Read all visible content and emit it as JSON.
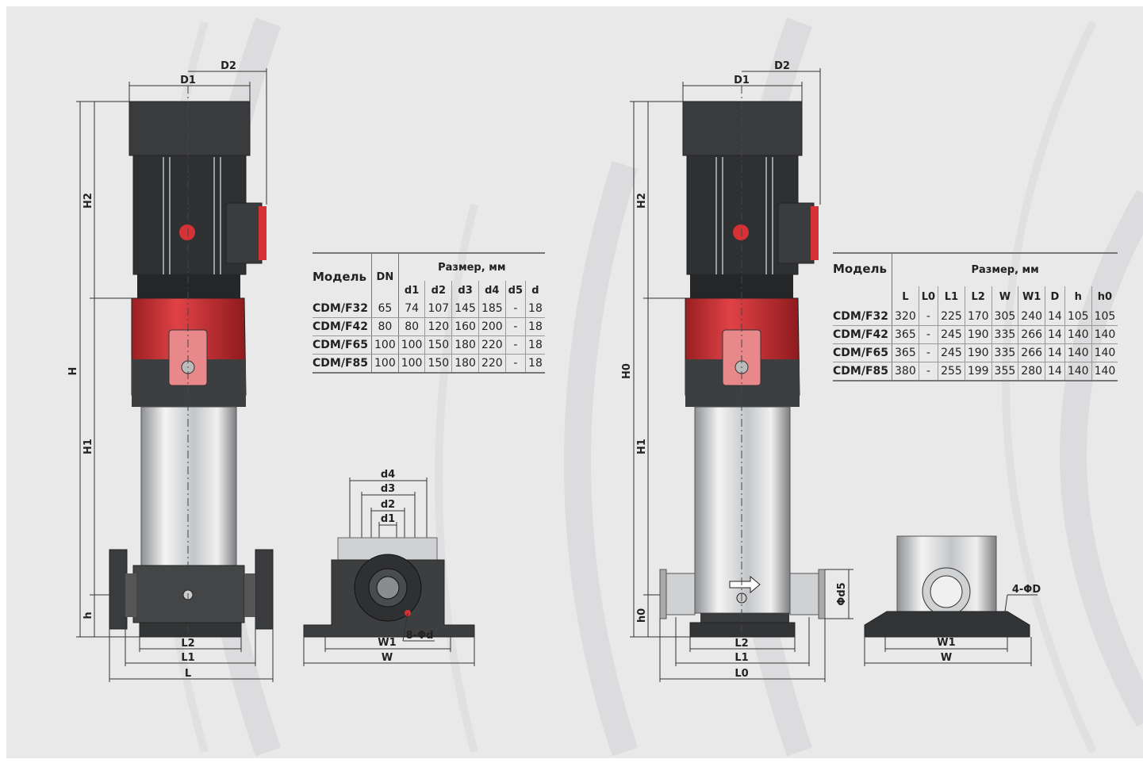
{
  "drawing1": {
    "dims": {
      "D1": "D1",
      "D2": "D2",
      "H": "H",
      "H1": "H1",
      "H2": "H2",
      "h": "h",
      "L": "L",
      "L1": "L1",
      "L2": "L2"
    },
    "base": {
      "d1": "d1",
      "d2": "d2",
      "d3": "d3",
      "d4": "d4",
      "W": "W",
      "W1": "W1",
      "holes": "8-Φd"
    }
  },
  "drawing2": {
    "dims": {
      "D1": "D1",
      "D2": "D2",
      "H0": "H0",
      "H1": "H1",
      "H2": "H2",
      "h0": "h0",
      "L0": "L0",
      "L1": "L1",
      "L2": "L2",
      "D5": "Φd5"
    },
    "base": {
      "W": "W",
      "W1": "W1",
      "holes": "4-ΦD"
    }
  },
  "table1": {
    "model_header": "Модель",
    "dn_header": "DN",
    "size_header": "Размер, мм",
    "columns": [
      "d1",
      "d2",
      "d3",
      "d4",
      "d5",
      "d"
    ],
    "rows": [
      {
        "model": "CDM/F32",
        "dn": "65",
        "vals": [
          "74",
          "107",
          "145",
          "185",
          "-",
          "18"
        ]
      },
      {
        "model": "CDM/F42",
        "dn": "80",
        "vals": [
          "80",
          "120",
          "160",
          "200",
          "-",
          "18"
        ]
      },
      {
        "model": "CDM/F65",
        "dn": "100",
        "vals": [
          "100",
          "150",
          "180",
          "220",
          "-",
          "18"
        ]
      },
      {
        "model": "CDM/F85",
        "dn": "100",
        "vals": [
          "100",
          "150",
          "180",
          "220",
          "-",
          "18"
        ]
      }
    ]
  },
  "table2": {
    "model_header": "Модель",
    "size_header": "Размер, мм",
    "columns": [
      "L",
      "L0",
      "L1",
      "L2",
      "W",
      "W1",
      "D",
      "h",
      "h0"
    ],
    "rows": [
      {
        "model": "CDM/F32",
        "vals": [
          "320",
          "-",
          "225",
          "170",
          "305",
          "240",
          "14",
          "105",
          "105"
        ]
      },
      {
        "model": "CDM/F42",
        "vals": [
          "365",
          "-",
          "245",
          "190",
          "335",
          "266",
          "14",
          "140",
          "140"
        ]
      },
      {
        "model": "CDM/F65",
        "vals": [
          "365",
          "-",
          "245",
          "190",
          "335",
          "266",
          "14",
          "140",
          "140"
        ]
      },
      {
        "model": "CDM/F85",
        "vals": [
          "380",
          "-",
          "255",
          "199",
          "355",
          "280",
          "14",
          "140",
          "140"
        ]
      }
    ]
  },
  "colors": {
    "motor": "#3a3b3d",
    "accent": "#d63235",
    "steel": "#cfd1d3",
    "base": "#333436"
  }
}
